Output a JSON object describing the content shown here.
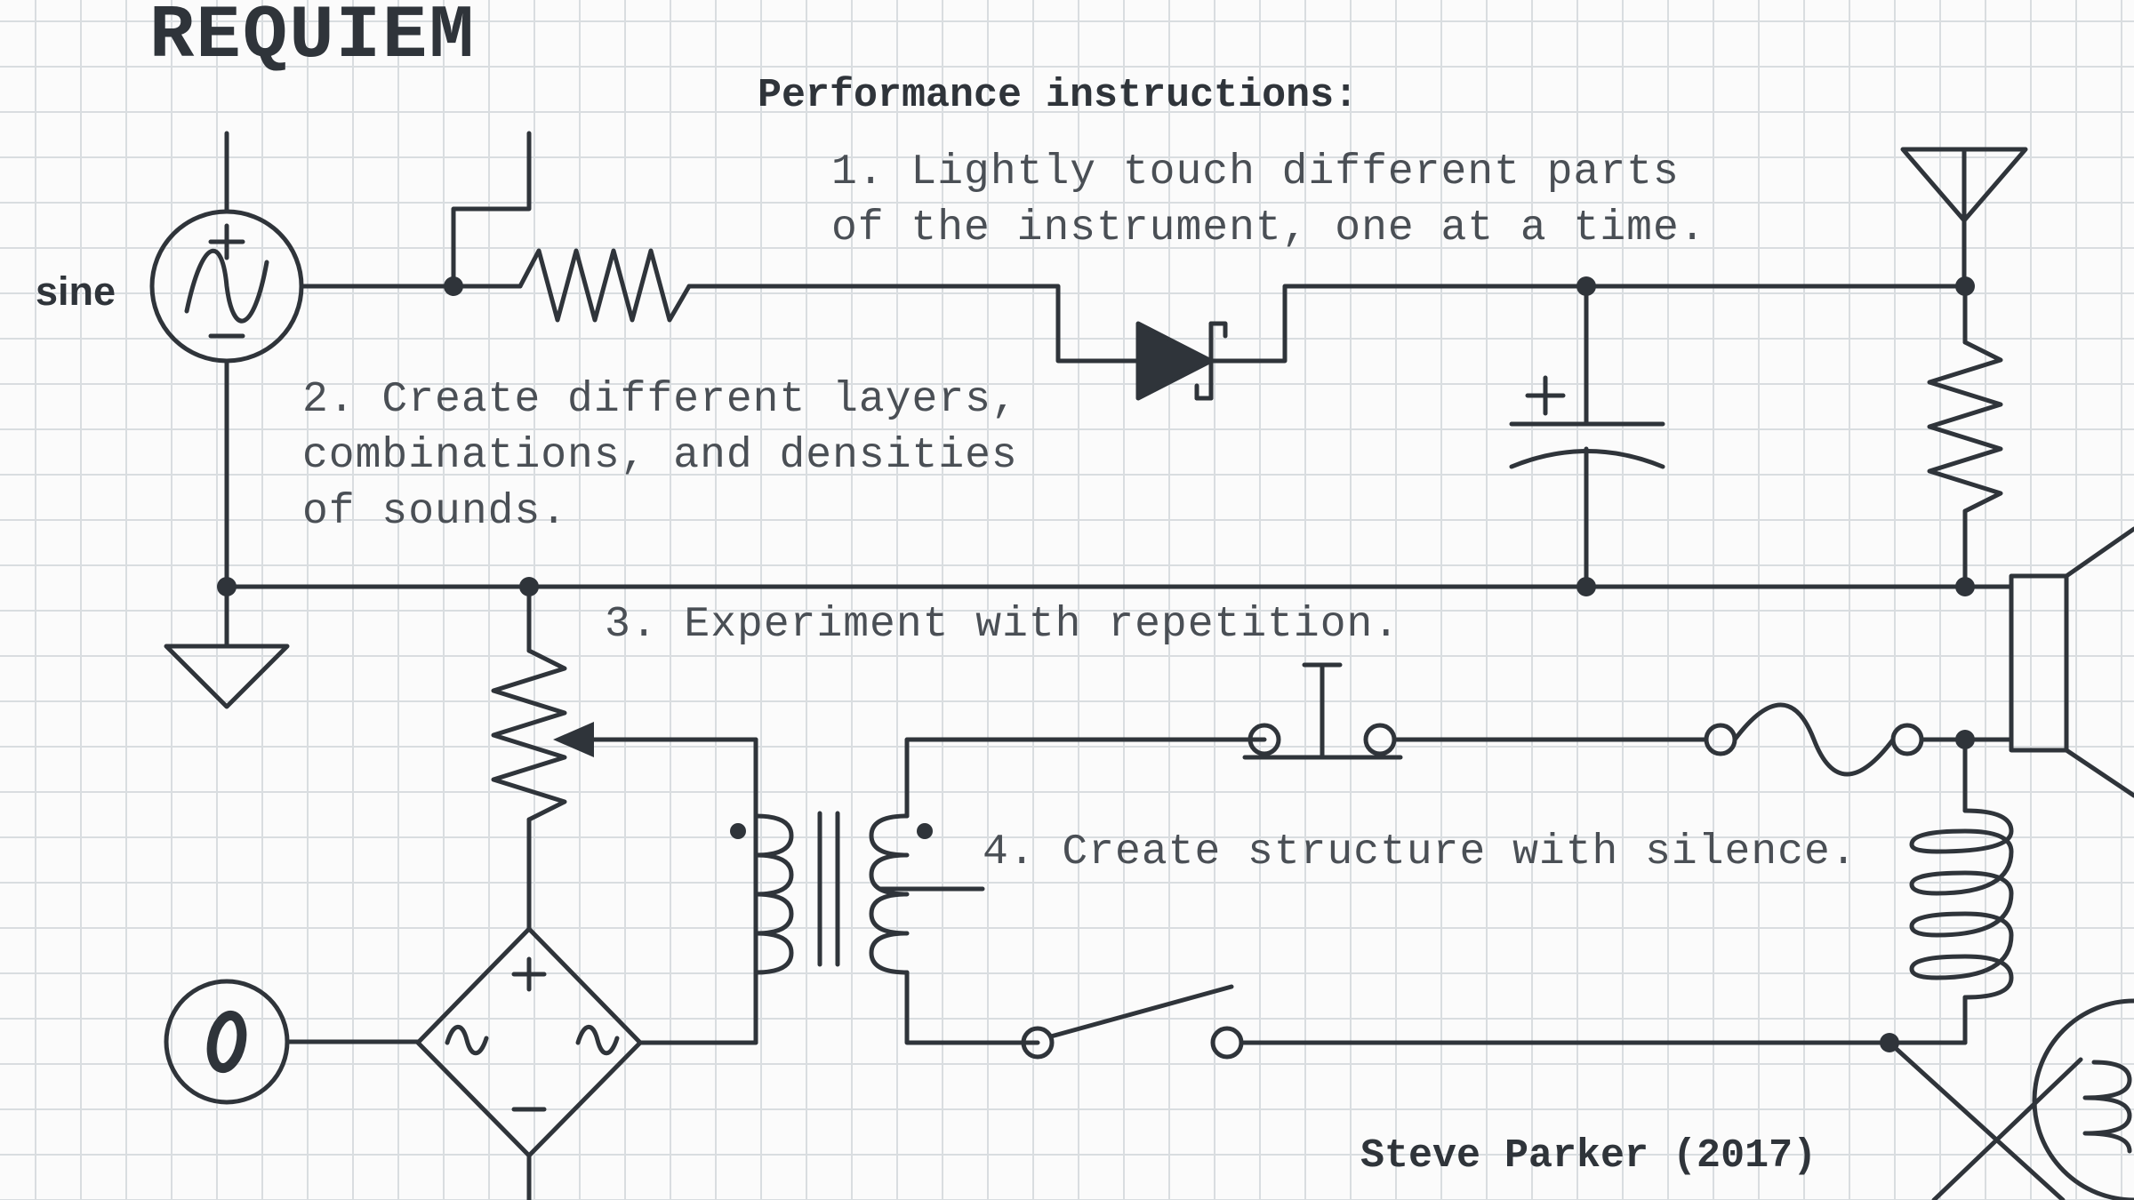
{
  "title": "REQUIEM",
  "heading": "Performance instructions:",
  "instructions": {
    "i1": "1. Lightly touch different parts\nof the instrument, one at a time.",
    "i2": "2. Create different layers,\ncombinations, and densities\nof sounds.",
    "i3": "3. Experiment with repetition.",
    "i4": "4. Create structure with silence."
  },
  "source_label": "sine",
  "meter_symbol": "0",
  "credit": "Steve Parker (2017)",
  "colors": {
    "ink": "#2f343a",
    "grid": "#d9dde0",
    "background": "#fbfbfb"
  }
}
